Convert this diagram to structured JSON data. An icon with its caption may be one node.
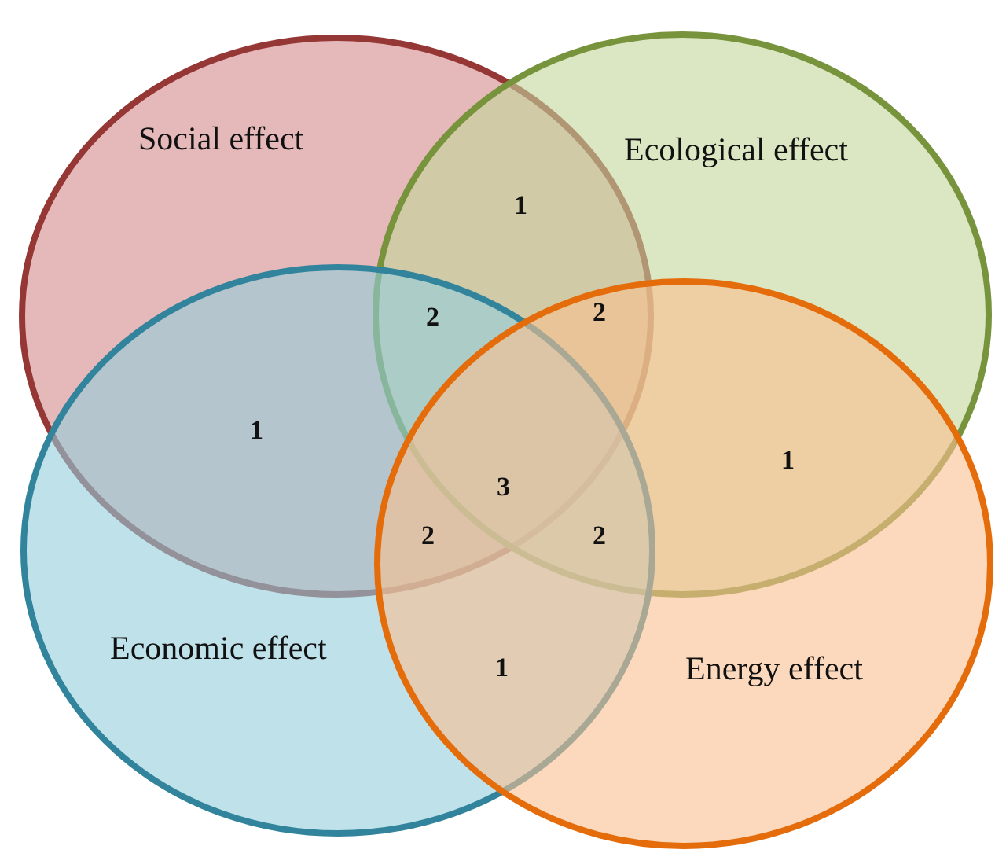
{
  "diagram": {
    "nodes": [
      {
        "text": [
          "Social effect"
        ]
      },
      {
        "text": [
          "Ecological effect"
        ]
      },
      {
        "text": [
          "Economic effect"
        ]
      },
      {
        "text": [
          "Energy effect"
        ]
      }
    ],
    "labels": [
      "1",
      "2",
      "2",
      "1",
      "1",
      "3",
      "2",
      "2",
      "1"
    ]
  }
}
